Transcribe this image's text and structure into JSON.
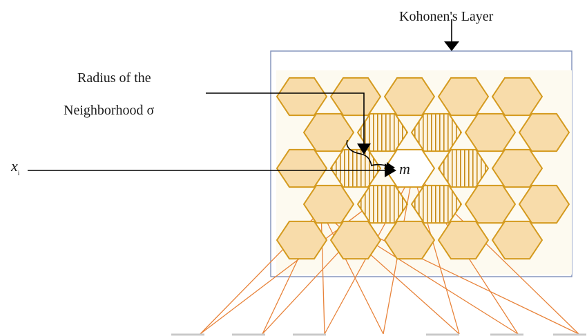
{
  "labels": {
    "layer": "Kohonen's Layer",
    "radius_line1": "Radius of the",
    "radius_line2": "Neighborhood σ",
    "input": "x",
    "input_sub": "i",
    "winner": "m"
  },
  "colors": {
    "hex_fill": "#f8dcaa",
    "hex_stroke": "#d49a1e",
    "panel_fill": "#fdfaf0",
    "frame": "#7d8fb8",
    "connections": "#e8833a",
    "arrow": "#000000"
  },
  "grid": {
    "rows": 5,
    "cols": 5,
    "neighborhood": [
      [
        1,
        1
      ],
      [
        1,
        2
      ],
      [
        2,
        1
      ],
      [
        2,
        3
      ],
      [
        3,
        1
      ],
      [
        3,
        2
      ]
    ],
    "winner": [
      2,
      2
    ]
  },
  "inputs": {
    "count": 7
  }
}
